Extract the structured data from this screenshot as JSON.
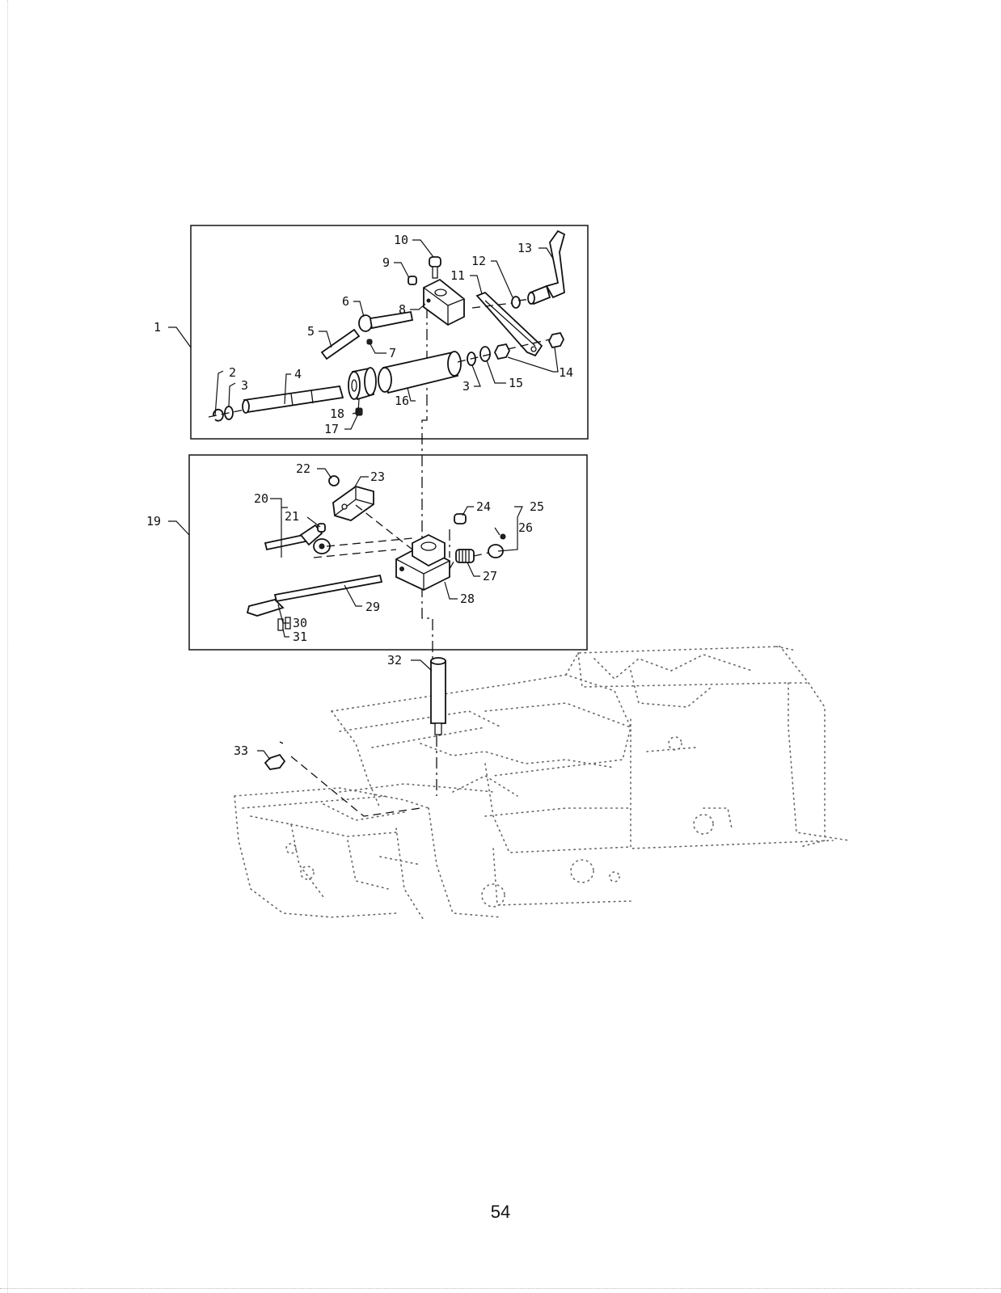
{
  "callouts": {
    "c1": "1",
    "c2": "2",
    "c3a": "3",
    "c3b": "3",
    "c4": "4",
    "c5": "5",
    "c6": "6",
    "c7": "7",
    "c8": "8",
    "c9": "9",
    "c10": "10",
    "c11": "11",
    "c12": "12",
    "c13": "13",
    "c14": "14",
    "c15": "15",
    "c16": "16",
    "c17": "17",
    "c18": "18",
    "c19": "19",
    "c20": "20",
    "c21": "21",
    "c22": "22",
    "c23": "23",
    "c24": "24",
    "c25": "25",
    "c26": "26",
    "c27": "27",
    "c28": "28",
    "c29": "29",
    "c30": "30",
    "c31": "31",
    "c32": "32",
    "c33": "33"
  },
  "page_number": "54"
}
